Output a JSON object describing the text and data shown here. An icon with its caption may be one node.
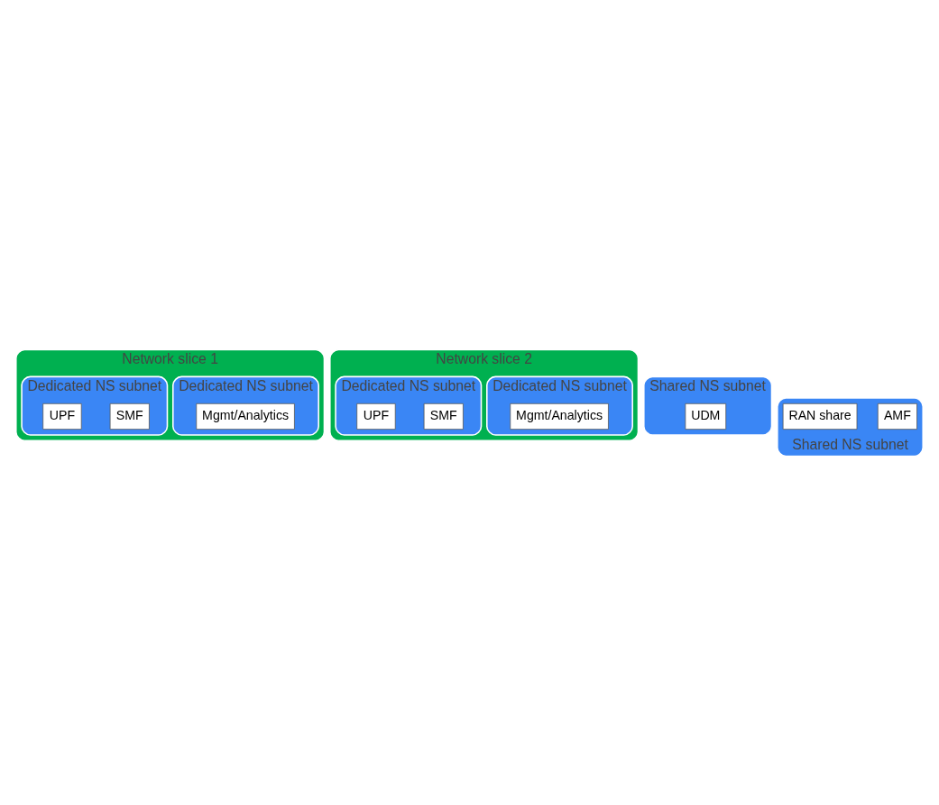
{
  "diagram": {
    "nodes": [
      {
        "text": [
          "Network slice 1"
        ]
      },
      {
        "text": [
          "Dedicated NS subnet"
        ],
        "in": 0
      },
      {
        "text": [
          "Mgmt/Analytics"
        ],
        "in": 1
      },
      {
        "text": [
          "Network slice 2"
        ]
      },
      {
        "text": [
          "Dedicated NS subnet"
        ],
        "in": 3
      },
      {
        "text": [
          "Mgmt/Analytics"
        ],
        "in": 4
      },
      {
        "text": [
          "Shared NS subnet"
        ]
      },
      {
        "text": [
          "UDM"
        ],
        "in": 6
      },
      {
        "text": [
          "Dedicated NS subnet"
        ],
        "in": 0
      },
      {
        "text": [
          "SMF"
        ],
        "in": 8
      },
      {
        "text": [
          "UPF"
        ],
        "in": 8
      },
      {
        "text": [
          "Dedicated NS subnet"
        ],
        "in": 3
      },
      {
        "text": [
          "SMF"
        ],
        "in": 11
      },
      {
        "text": [
          "UPF"
        ],
        "in": 11
      },
      {
        "text": [
          "Shared NS subnet"
        ]
      },
      {
        "text": [
          "AMF"
        ],
        "in": 14
      },
      {
        "text": [
          "RAN share"
        ],
        "in": 14
      }
    ]
  }
}
